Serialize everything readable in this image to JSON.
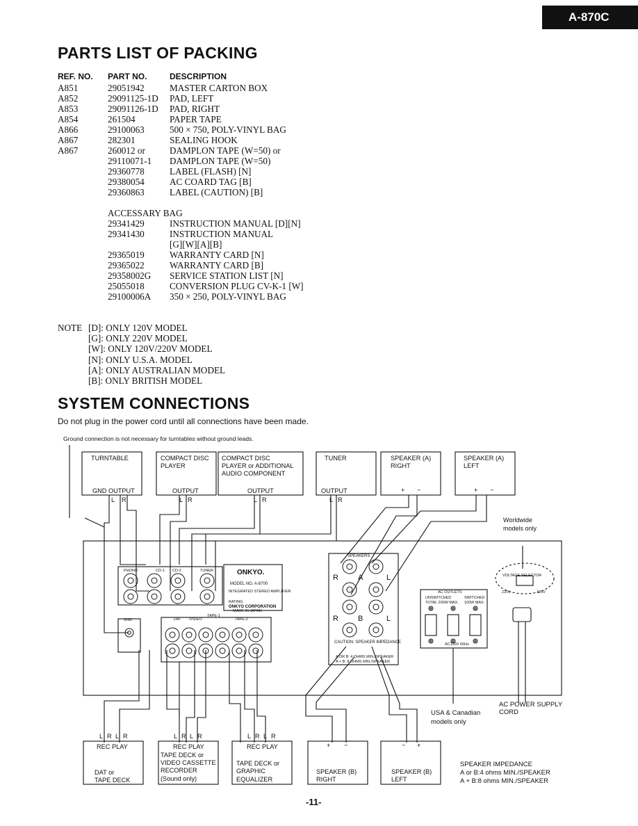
{
  "model": "A-870C",
  "parts_section": {
    "title": "PARTS LIST OF PACKING",
    "headers": {
      "ref": "REF. NO.",
      "part": "PART NO.",
      "desc": "DESCRIPTION"
    },
    "rows": [
      {
        "ref": "A851",
        "part": "29051942",
        "desc": "MASTER CARTON BOX"
      },
      {
        "ref": "A852",
        "part": "29091125-1D",
        "desc": "PAD, LEFT"
      },
      {
        "ref": "A853",
        "part": "29091126-1D",
        "desc": "PAD, RIGHT"
      },
      {
        "ref": "A854",
        "part": "261504",
        "desc": "PAPER TAPE"
      },
      {
        "ref": "A866",
        "part": "29100063",
        "desc": "500 × 750, POLY-VINYL BAG"
      },
      {
        "ref": "A867",
        "part": "282301",
        "desc": "SEALING HOOK"
      },
      {
        "ref": "A867",
        "part": "260012 or",
        "desc": "DAMPLON TAPE (W=50) or"
      },
      {
        "ref": "",
        "part": "29110071-1",
        "desc": "DAMPLON TAPE (W=50)"
      },
      {
        "ref": "",
        "part": "29360778",
        "desc": "LABEL (FLASH) [N]"
      },
      {
        "ref": "",
        "part": "29380054",
        "desc": "AC COARD TAG [B]"
      },
      {
        "ref": "",
        "part": "29360863",
        "desc": "LABEL (CAUTION) [B]"
      }
    ],
    "accessory_title": "ACCESSARY BAG",
    "accessory_rows": [
      {
        "part": "29341429",
        "desc": "INSTRUCTION MANUAL [D][N]"
      },
      {
        "part": "29341430",
        "desc": "INSTRUCTION MANUAL"
      },
      {
        "part": "",
        "desc": "[G][W][A][B]"
      },
      {
        "part": "29365019",
        "desc": "WARRANTY CARD [N]"
      },
      {
        "part": "29365022",
        "desc": "WARRANTY CARD [B]"
      },
      {
        "part": "29358002G",
        "desc": "SERVICE STATION LIST [N]"
      },
      {
        "part": "25055018",
        "desc": "CONVERSION PLUG CV-K-1 [W]"
      },
      {
        "part": "29100006A",
        "desc": "350 × 250, POLY-VINYL BAG"
      }
    ]
  },
  "notes": {
    "label": "NOTE",
    "items": [
      "[D]: ONLY 120V MODEL",
      "[G]: ONLY 220V MODEL",
      "[W]: ONLY 120V/220V MODEL",
      "[N]: ONLY U.S.A. MODEL",
      "[A]: ONLY AUSTRALIAN MODEL",
      "[B]: ONLY BRITISH MODEL"
    ]
  },
  "system": {
    "title": "SYSTEM CONNECTIONS",
    "intro": "Do not plug in the power cord until all connections have been made.",
    "ground_note": "Ground connection is not necessary for turntables without ground leads.",
    "top_boxes": {
      "turntable": "TURNTABLE",
      "turntable_out": "GND OUTPUT",
      "cd1_line1": "COMPACT DISC",
      "cd1_line2": "PLAYER",
      "cd1_out": "OUTPUT",
      "cd2_line1": "COMPACT DISC",
      "cd2_line2": "PLAYER or ADDITIONAL",
      "cd2_line3": "AUDIO COMPONENT",
      "cd2_out": "OUTPUT",
      "tuner": "TUNER",
      "tuner_out": "OUTPUT",
      "spk_a_right_1": "SPEAKER (A)",
      "spk_a_right_2": "RIGHT",
      "spk_a_left_1": "SPEAKER (A)",
      "spk_a_left_2": "LEFT"
    },
    "labels": {
      "L": "L",
      "R": "R",
      "plus": "+",
      "minus": "−",
      "A": "A",
      "B": "B",
      "worldwide_1": "Worldwide",
      "worldwide_2": "models only",
      "usa_1": "USA & Canadian",
      "usa_2": "models only",
      "ac_cord_1": "AC POWER SUPPLY",
      "ac_cord_2": "CORD"
    },
    "panel": {
      "phono": "PHONO",
      "cd1": "CD-1",
      "cd2": "CD-2",
      "tuner": "TUNER",
      "gnd": "GND",
      "dat": "DAT",
      "video": "/VIDEO",
      "tape1": "TAPE-1",
      "tape2": "TAPE-2",
      "rec": "REC",
      "play": "PLAY",
      "brand": "ONKYO.",
      "amp_desc": "INTEGRATED STEREO AMPLIFIER",
      "model_no": "MODEL NO. A-8700",
      "rating": "RATING",
      "corp": "ONKYO CORPORATION",
      "made_in": "MADE IN JAPAN",
      "speakers": "SPEAKERS",
      "caution": "CAUTION: SPEAKER IMPEDANCE",
      "imp1": "A OR B: 4 OHMS MIN./SPEAKER",
      "imp2": "A + B: 8 OHMS MIN./SPEAKER",
      "voltage_selector": "VOLTAGE SELECTOR",
      "v220": "220V",
      "v120": "120V",
      "ac_outlets": "AC OUTLETS",
      "unswitched": "UNSWITCHED",
      "switched": "SWITCHED",
      "total_max": "TOTAL 200W MAX.",
      "each_max": "100W MAX.",
      "ac120": "AC120V 60Hz"
    },
    "bottom_boxes": {
      "dat_play": "REC  PLAY",
      "dat_1": "DAT or",
      "dat_2": "TAPE DECK",
      "vcr_play": "REC  PLAY",
      "vcr_1": "TAPE DECK or",
      "vcr_2": "VIDEO CASSETTE",
      "vcr_3": "RECORDER",
      "vcr_4": "(Sound only)",
      "eq_play": "REC  PLAY",
      "eq_1": "TAPE DECK or",
      "eq_2": "GRAPHIC",
      "eq_3": "EQUALIZER",
      "spk_b_right_1": "SPEAKER (B)",
      "spk_b_right_2": "RIGHT",
      "spk_b_left_1": "SPEAKER (B)",
      "spk_b_left_2": "LEFT"
    },
    "impedance": {
      "title": "SPEAKER IMPEDANCE",
      "line1": "A or B:4 ohms MIN./SPEAKER",
      "line2": "A + B:8 ohms MIN./SPEAKER"
    }
  },
  "page_number": "-11-"
}
